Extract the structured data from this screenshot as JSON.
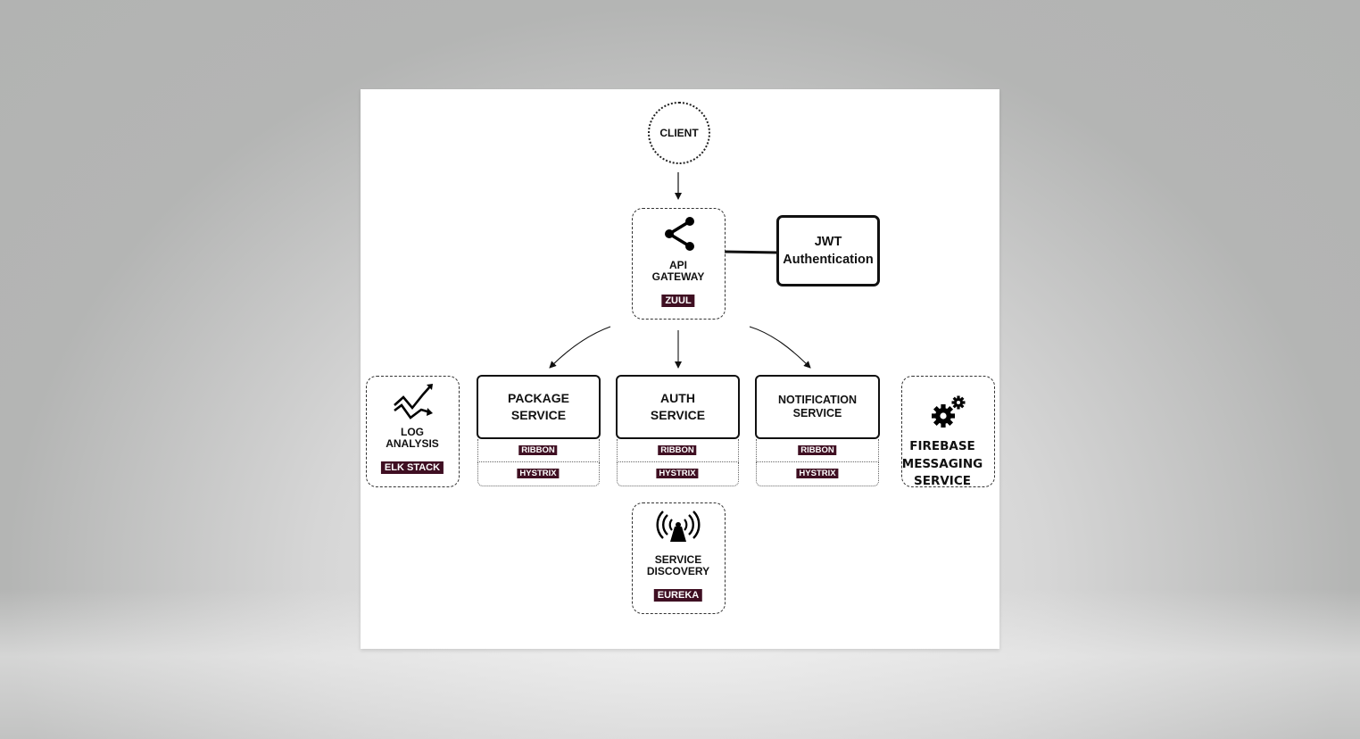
{
  "client": {
    "label": "CLIENT"
  },
  "gateway": {
    "label_line1": "API",
    "label_line2": "GATEWAY",
    "tag": "ZUUL"
  },
  "jwt": {
    "line1": "JWT",
    "line2": "Authentication"
  },
  "log": {
    "label_line1": "LOG",
    "label_line2": "ANALYSIS",
    "tag": "ELK STACK"
  },
  "services": [
    {
      "line1": "PACKAGE",
      "line2": "SERVICE",
      "ribbon": "RIBBON",
      "hystrix": "HYSTRIX"
    },
    {
      "line1": "AUTH",
      "line2": "SERVICE",
      "ribbon": "RIBBON",
      "hystrix": "HYSTRIX"
    },
    {
      "line1": "NOTIFICATION",
      "line2": "SERVICE",
      "ribbon": "RIBBON",
      "hystrix": "HYSTRIX"
    }
  ],
  "firebase": {
    "line1": "FIREBASE",
    "line2": "MESSAGING",
    "line3": "SERVICE"
  },
  "discovery": {
    "label_line1": "SERVICE",
    "label_line2": "DISCOVERY",
    "tag": "EUREKA"
  },
  "colors": {
    "tag_bg": "#3f0f22",
    "line": "#111111",
    "canvas": "#ffffff"
  },
  "icons": {
    "gateway": "share-icon",
    "log": "trend-chart-icon",
    "firebase": "gears-icon",
    "discovery": "broadcast-tower-icon"
  }
}
